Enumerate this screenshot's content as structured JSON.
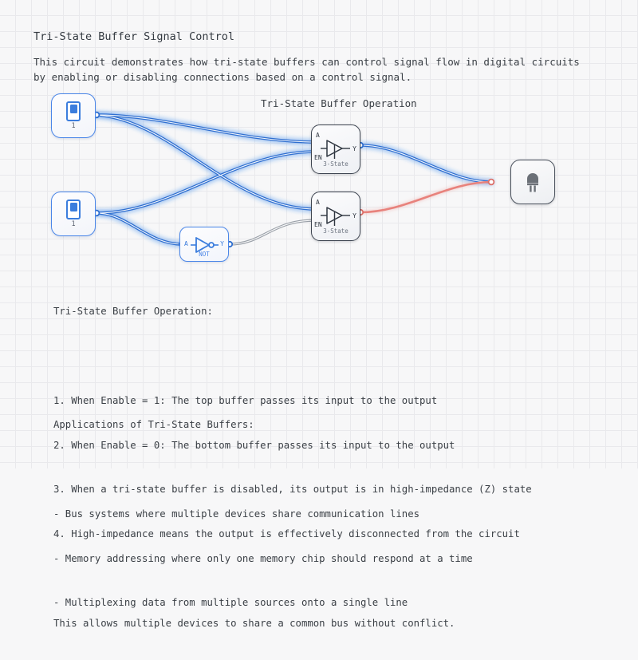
{
  "page": {
    "title": "Tri-State Buffer Signal Control",
    "description": "This circuit demonstrates how tri-state buffers can control signal flow in digital circuits\nby enabling or disabling connections based on a control signal."
  },
  "diagram": {
    "title": "Tri-State Buffer Operation",
    "inputs": [
      {
        "name": "switch-top",
        "icon": "toggle-switch-icon",
        "value": "1"
      },
      {
        "name": "switch-bottom",
        "icon": "toggle-switch-icon",
        "value": "1"
      }
    ],
    "gates": [
      {
        "name": "tri-state-buffer-top",
        "pin_a": "A",
        "pin_en": "EN",
        "pin_y": "Y",
        "sublabel": "3-State"
      },
      {
        "name": "tri-state-buffer-bottom",
        "pin_a": "A",
        "pin_en": "EN",
        "pin_y": "Y",
        "sublabel": "3-State"
      }
    ],
    "not_gate": {
      "name": "not-gate",
      "pin_a": "A",
      "pin_y": "Y",
      "sublabel": "NOT"
    },
    "output": {
      "name": "led-output",
      "icon": "led-icon"
    },
    "colors": {
      "wire_active": "#3b82e8",
      "wire_inactive": "#9aa0a8",
      "wire_high_z": "#e8827c",
      "node_blue_border": "#4a86e8",
      "node_dark_border": "#3d4450",
      "grid_line": "#e9e9ec",
      "canvas_bg": "#f7f7f8"
    }
  },
  "operation": {
    "heading": "Tri-State Buffer Operation:",
    "steps": [
      "1. When Enable = 1: The top buffer passes its input to the output",
      "2. When Enable = 0: The bottom buffer passes its input to the output",
      "3. When a tri-state buffer is disabled, its output is in high-impedance (Z) state",
      "4. High-impedance means the output is effectively disconnected from the circuit"
    ],
    "summary": "This allows multiple devices to share a common bus without conflict."
  },
  "applications": {
    "heading": "Applications of Tri-State Buffers:",
    "items": [
      "- Bus systems where multiple devices share communication lines",
      "- Memory addressing where only one memory chip should respond at a time",
      "- Multiplexing data from multiple sources onto a single line"
    ]
  }
}
